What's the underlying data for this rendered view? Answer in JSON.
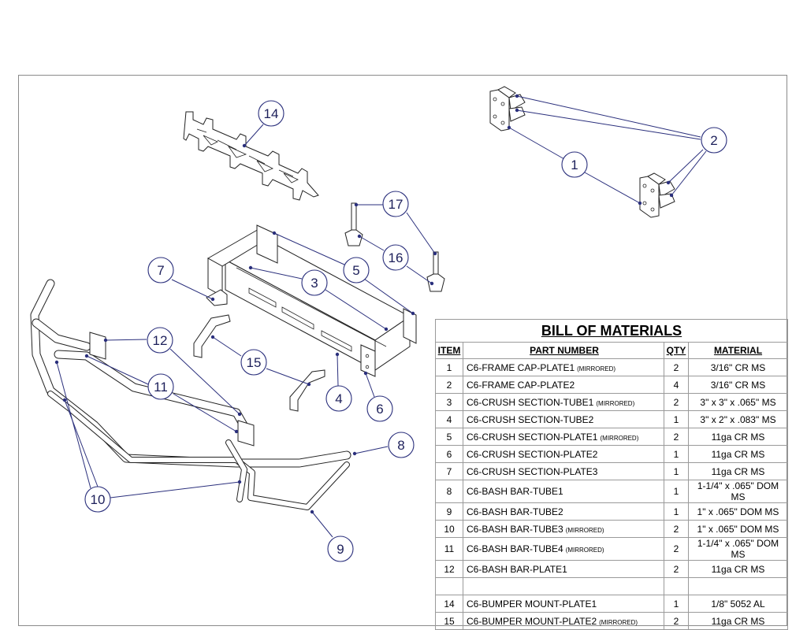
{
  "bom": {
    "title": "BILL OF MATERIALS",
    "headers": {
      "item": "ITEM",
      "part": "PART NUMBER",
      "qty": "QTY",
      "material": "MATERIAL"
    },
    "rows": [
      {
        "item": "1",
        "part": "C6-FRAME CAP-PLATE1",
        "note": "(MIRRORED)",
        "qty": "2",
        "material": "3/16\" CR MS"
      },
      {
        "item": "2",
        "part": "C6-FRAME CAP-PLATE2",
        "note": "",
        "qty": "4",
        "material": "3/16\" CR MS"
      },
      {
        "item": "3",
        "part": "C6-CRUSH SECTION-TUBE1",
        "note": "(MIRRORED)",
        "qty": "2",
        "material": "3\" x 3\" x .065\" MS"
      },
      {
        "item": "4",
        "part": "C6-CRUSH SECTION-TUBE2",
        "note": "",
        "qty": "1",
        "material": "3\" x 2\" x .083\" MS"
      },
      {
        "item": "5",
        "part": "C6-CRUSH SECTION-PLATE1",
        "note": "(MIRRORED)",
        "qty": "2",
        "material": "11ga CR MS"
      },
      {
        "item": "6",
        "part": "C6-CRUSH SECTION-PLATE2",
        "note": "",
        "qty": "1",
        "material": "11ga CR MS"
      },
      {
        "item": "7",
        "part": "C6-CRUSH SECTION-PLATE3",
        "note": "",
        "qty": "1",
        "material": "11ga CR MS"
      },
      {
        "item": "8",
        "part": "C6-BASH BAR-TUBE1",
        "note": "",
        "qty": "1",
        "material": "1-1/4\" x .065\" DOM MS"
      },
      {
        "item": "9",
        "part": "C6-BASH BAR-TUBE2",
        "note": "",
        "qty": "1",
        "material": "1\" x .065\" DOM MS"
      },
      {
        "item": "10",
        "part": "C6-BASH BAR-TUBE3",
        "note": "(MIRRORED)",
        "qty": "2",
        "material": "1\" x .065\" DOM MS"
      },
      {
        "item": "11",
        "part": "C6-BASH BAR-TUBE4",
        "note": "(MIRRORED)",
        "qty": "2",
        "material": "1-1/4\" x .065\" DOM MS"
      },
      {
        "item": "12",
        "part": "C6-BASH BAR-PLATE1",
        "note": "",
        "qty": "2",
        "material": "11ga CR MS"
      },
      {
        "item": "",
        "part": "",
        "note": "",
        "qty": "",
        "material": ""
      },
      {
        "item": "14",
        "part": "C6-BUMPER MOUNT-PLATE1",
        "note": "",
        "qty": "1",
        "material": "1/8\" 5052 AL"
      },
      {
        "item": "15",
        "part": "C6-BUMPER MOUNT-PLATE2",
        "note": "(MIRRORED)",
        "qty": "2",
        "material": "11ga CR MS"
      }
    ]
  },
  "balloons": [
    {
      "label": "14"
    },
    {
      "label": "2"
    },
    {
      "label": "1"
    },
    {
      "label": "17"
    },
    {
      "label": "16"
    },
    {
      "label": "5"
    },
    {
      "label": "7"
    },
    {
      "label": "3"
    },
    {
      "label": "12"
    },
    {
      "label": "15"
    },
    {
      "label": "11"
    },
    {
      "label": "4"
    },
    {
      "label": "6"
    },
    {
      "label": "8"
    },
    {
      "label": "10"
    },
    {
      "label": "9"
    }
  ],
  "colors": {
    "balloon": "#2a2f7c",
    "line": "#222222",
    "border": "#8a8a8a"
  }
}
